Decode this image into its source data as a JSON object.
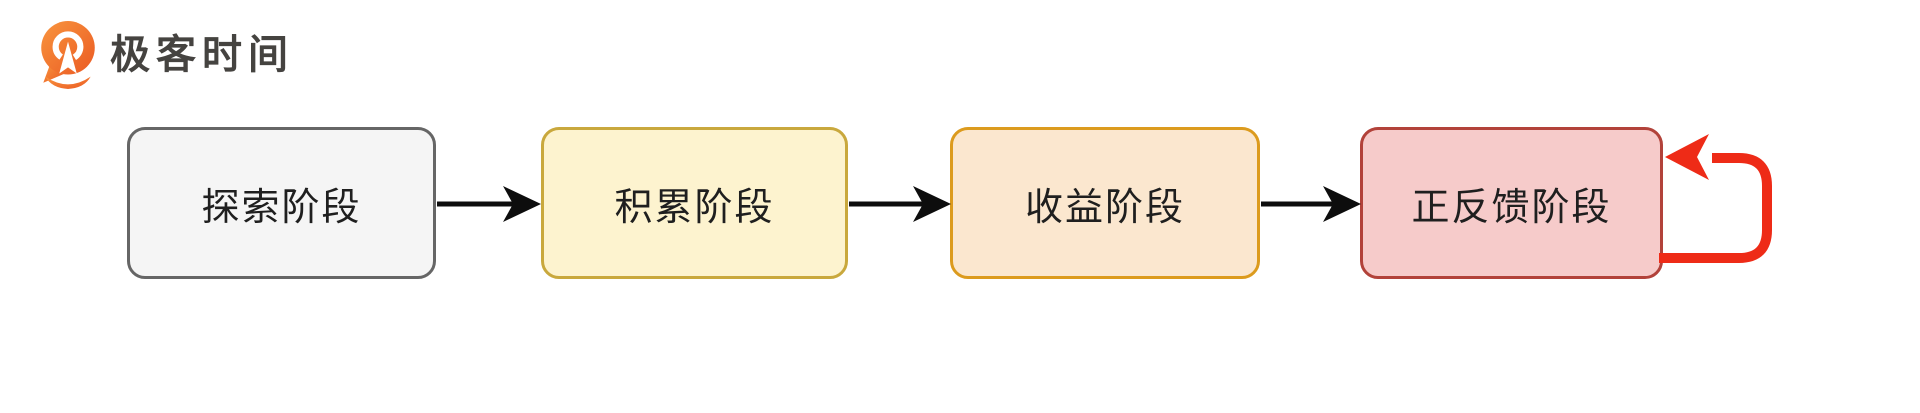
{
  "page": {
    "background": "#ffffff"
  },
  "logo": {
    "brand_text": "极客时间",
    "icon": "geektime-q-pin-icon",
    "icon_color_light": "#f8953e",
    "icon_color_dark": "#eb5a23",
    "text_color": "#454340"
  },
  "diagram": {
    "type": "flowchart",
    "direction": "left-to-right",
    "nodes": [
      {
        "id": "explore",
        "label": "探索阶段",
        "fill": "#f5f5f5",
        "border": "#666666",
        "text_color": "#1f1f1f"
      },
      {
        "id": "accumulate",
        "label": "积累阶段",
        "fill": "#fdf3cf",
        "border": "#c9a83d",
        "text_color": "#1f1f1f"
      },
      {
        "id": "profit",
        "label": "收益阶段",
        "fill": "#fbe7cf",
        "border": "#dc9b1e",
        "text_color": "#1f1f1f"
      },
      {
        "id": "positive-feedback",
        "label": "正反馈阶段",
        "fill": "#f6cbca",
        "border": "#b2423a",
        "text_color": "#1f1f1f"
      }
    ],
    "edges": [
      {
        "from": "explore",
        "to": "accumulate",
        "style": "arrow",
        "color": "#0d0d0d"
      },
      {
        "from": "accumulate",
        "to": "profit",
        "style": "arrow",
        "color": "#0d0d0d"
      },
      {
        "from": "profit",
        "to": "positive-feedback",
        "style": "arrow",
        "color": "#0d0d0d"
      },
      {
        "from": "positive-feedback",
        "to": "positive-feedback",
        "style": "self-loop",
        "color": "#ee2b17"
      }
    ]
  }
}
